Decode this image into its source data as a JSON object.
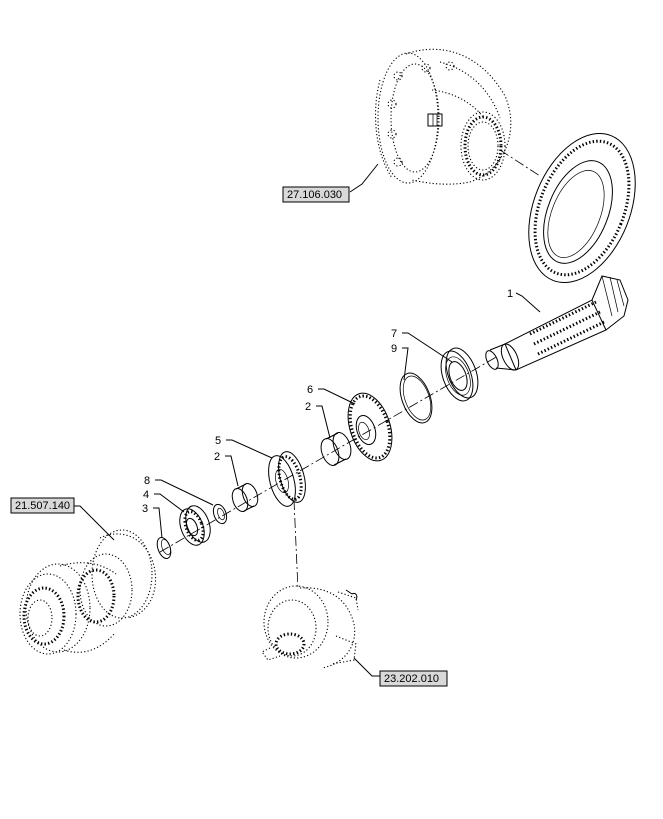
{
  "references": {
    "differential_housing": "27.106.030",
    "brake_assembly": "21.507.140",
    "pto_unit": "23.202.010"
  },
  "callouts": {
    "bevel_pinion": "1",
    "spacer_upper": "2",
    "spacer_lower": "2",
    "circlip": "3",
    "bearing_small": "4",
    "gear_small": "5",
    "gear_large": "6",
    "bearing_large": "7",
    "washer": "8",
    "snap_ring": "9"
  }
}
